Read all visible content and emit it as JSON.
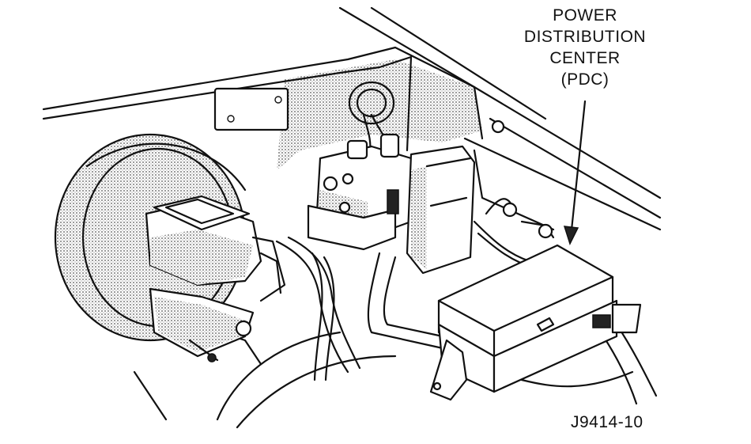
{
  "callout": {
    "line1": "POWER",
    "line2": "DISTRIBUTION",
    "line3": "CENTER",
    "line4": "(PDC)"
  },
  "figure_id": "J9414-10"
}
